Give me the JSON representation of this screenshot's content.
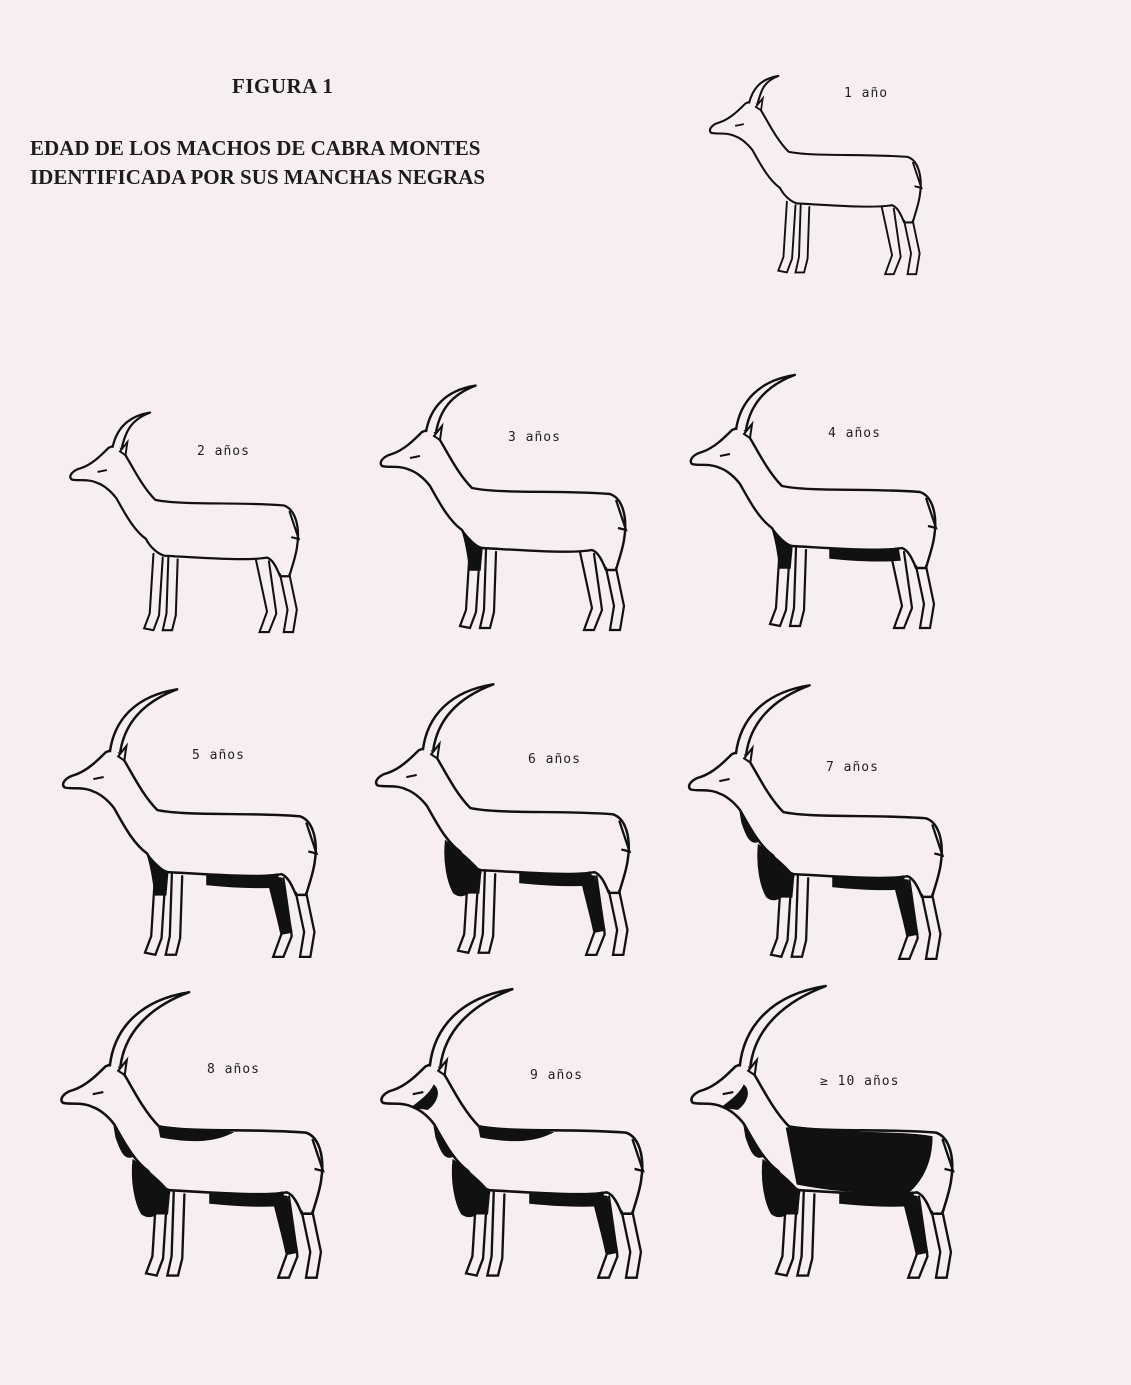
{
  "figure": {
    "label": "FIGURA 1",
    "title_line1": "EDAD DE LOS MACHOS DE CABRA MONTES",
    "title_line2": "IDENTIFICADA POR SUS MANCHAS NEGRAS"
  },
  "ink_color": "#111111",
  "paper_color": "#f6eef1",
  "goats": [
    {
      "age_label": "1 año",
      "dark": 0,
      "horn": 0.55
    },
    {
      "age_label": "2 años",
      "dark": 0,
      "horn": 0.65
    },
    {
      "age_label": "3 años",
      "dark": 1,
      "horn": 0.8
    },
    {
      "age_label": "4 años",
      "dark": 2,
      "horn": 0.95
    },
    {
      "age_label": "5 años",
      "dark": 3,
      "horn": 1.05
    },
    {
      "age_label": "6 años",
      "dark": 4,
      "horn": 1.1
    },
    {
      "age_label": "7 años",
      "dark": 5,
      "horn": 1.15
    },
    {
      "age_label": "8 años",
      "dark": 6,
      "horn": 1.2
    },
    {
      "age_label": "9 años",
      "dark": 7,
      "horn": 1.25
    },
    {
      "age_label": "≥ 10 años",
      "dark": 8,
      "horn": 1.3
    }
  ]
}
